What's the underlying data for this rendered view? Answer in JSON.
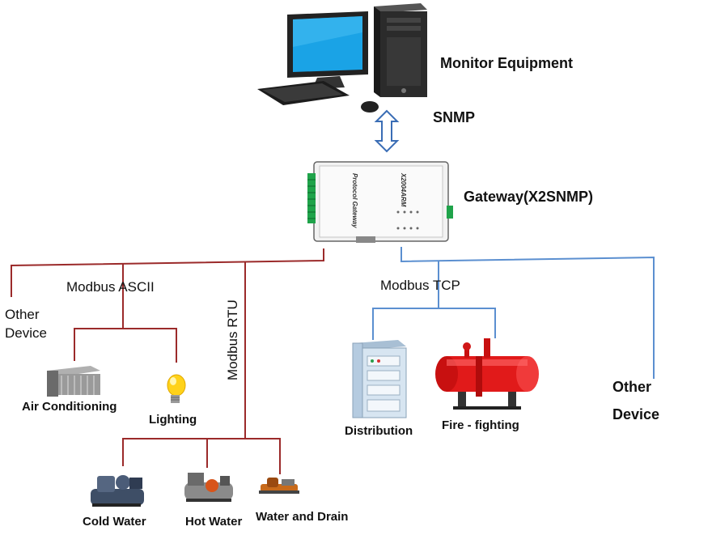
{
  "labels": {
    "monitor": "Monitor Equipment",
    "snmp": "SNMP",
    "gateway": "Gateway(X2SNMP)",
    "modbus_ascii": "Modbus ASCII",
    "modbus_rtu": "Modbus RTU",
    "modbus_tcp": "Modbus TCP",
    "other_device_left_1": "Other",
    "other_device_left_2": "Device",
    "other_device_right_1": "Other",
    "other_device_right_2": "Device",
    "air_conditioning": "Air Conditioning",
    "lighting": "Lighting",
    "cold_water": "Cold Water",
    "hot_water": "Hot Water",
    "water_and_drain": "Water and Drain",
    "distribution": "Distribution",
    "fire_fighting": "Fire - fighting"
  },
  "device_text": {
    "model": "X2004ARM",
    "type": "Protocol Gateway"
  },
  "colors": {
    "red_line": "#9b2a2a",
    "blue_line": "#5b8fd0",
    "arrow": "#3a6db5",
    "monitor_screen": "#1aa3e6",
    "tank_red": "#e11a1a",
    "cabinet_blue": "#c9dbeb"
  },
  "icons": [
    "computer-icon",
    "gateway-device-icon",
    "air-conditioner-icon",
    "light-bulb-icon",
    "chiller-icon",
    "boiler-icon",
    "pump-icon",
    "distribution-cabinet-icon",
    "fire-tank-icon"
  ]
}
